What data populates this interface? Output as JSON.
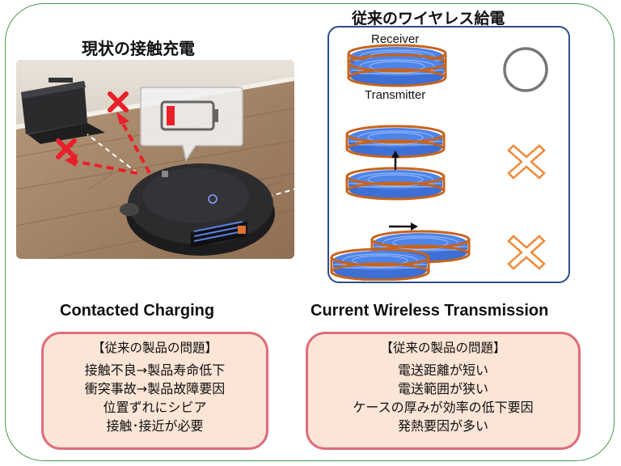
{
  "left": {
    "heading_jp": "現状の接触充電",
    "heading_en": "Contacted Charging",
    "box_title": "【従来の製品の問題】",
    "problems": [
      "接触不良→製品寿命低下",
      "衝突事故→製品故障要因",
      "位置ずれにシビア",
      "接触･接近が必要"
    ]
  },
  "right": {
    "heading_jp": "従来のワイヤレス給電",
    "heading_en": "Current Wireless Transmission",
    "receiver_label": "Receiver",
    "transmitter_label": "Transmitter",
    "box_title": "【従来の製品の問題】",
    "problems": [
      "電送距離が短い",
      "電送範囲が狭い",
      "ケースの厚みが効率の低下要因",
      "発熱要因が多い"
    ]
  },
  "icons": {
    "ok": "circle-ok-icon",
    "ng": "cross-ng-icon",
    "battery": "low-battery-icon"
  },
  "colors": {
    "frame": "#4a9a4a",
    "panel_border": "#2a4f8e",
    "coil_ring": "#c8631a",
    "coil_fill": "#3d6fd4",
    "red_arrow": "#e8202a",
    "ng_cross": "#f08a3a",
    "ok_circle": "#777777",
    "box_fill": "#fbe5d6",
    "box_border": "#e06c7c"
  }
}
